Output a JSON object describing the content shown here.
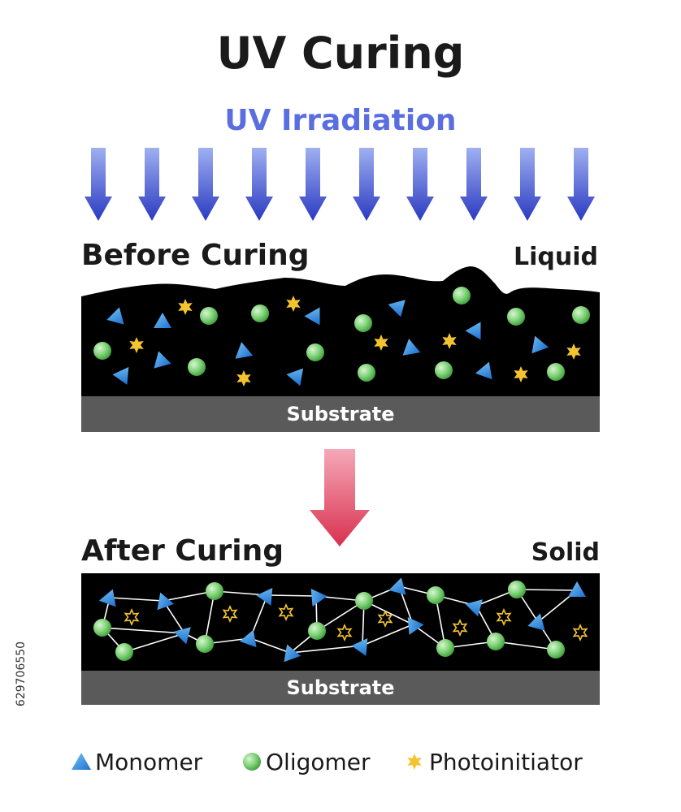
{
  "title": "UV Curing",
  "uv_label": "UV Irradiation",
  "before": {
    "heading": "Before Curing",
    "state": "Liquid",
    "substrate": "Substrate"
  },
  "after": {
    "heading": "After Curing",
    "state": "Solid",
    "substrate": "Substrate"
  },
  "legend": {
    "monomer": "Monomer",
    "oligomer": "Oligomer",
    "photoinitiator": "Photoinitiator"
  },
  "stock_id": "629706550",
  "colors": {
    "title": "#1a1a1a",
    "uv_label": "#5b6ee0",
    "uv_arrow_top": "#8fa2ee",
    "uv_arrow_bottom": "#2f3fc4",
    "layer": "#000000",
    "substrate": "#5a5a5a",
    "monomer": "#2f8ee0",
    "oligomer": "#6fcf6a",
    "photoinitiator": "#f4c430",
    "process_arrow": "#e0506a"
  }
}
